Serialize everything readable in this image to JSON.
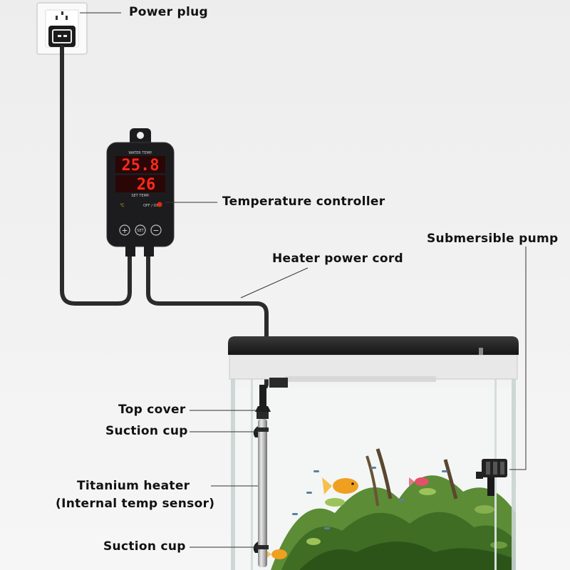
{
  "labels": {
    "power_plug": "Power plug",
    "temperature_controller": "Temperature controller",
    "heater_power_cord": "Heater power cord",
    "submersible_pump": "Submersible pump",
    "top_cover": "Top cover",
    "suction_cup_top": "Suction cup",
    "titanium_heater_line1": "Titanium heater",
    "titanium_heater_line2": "(Internal temp sensor)",
    "suction_cup_bottom": "Suction cup"
  },
  "controller": {
    "water_temp_label": "WATER TEMP.",
    "water_temp_value": "25.8",
    "set_temp_label": "SET TEMP.",
    "set_temp_value": "26",
    "unit": "℃",
    "power_label": "OFF / ON",
    "plus_symbol": "+",
    "set_button": "SET",
    "minus_symbol": "−"
  },
  "colors": {
    "display_digits": "#ff2a1a",
    "display_bg": "#2a0606",
    "controller_body": "#1c1c1e",
    "cable": "#2b2b2b",
    "power_led": "#e02a10"
  }
}
